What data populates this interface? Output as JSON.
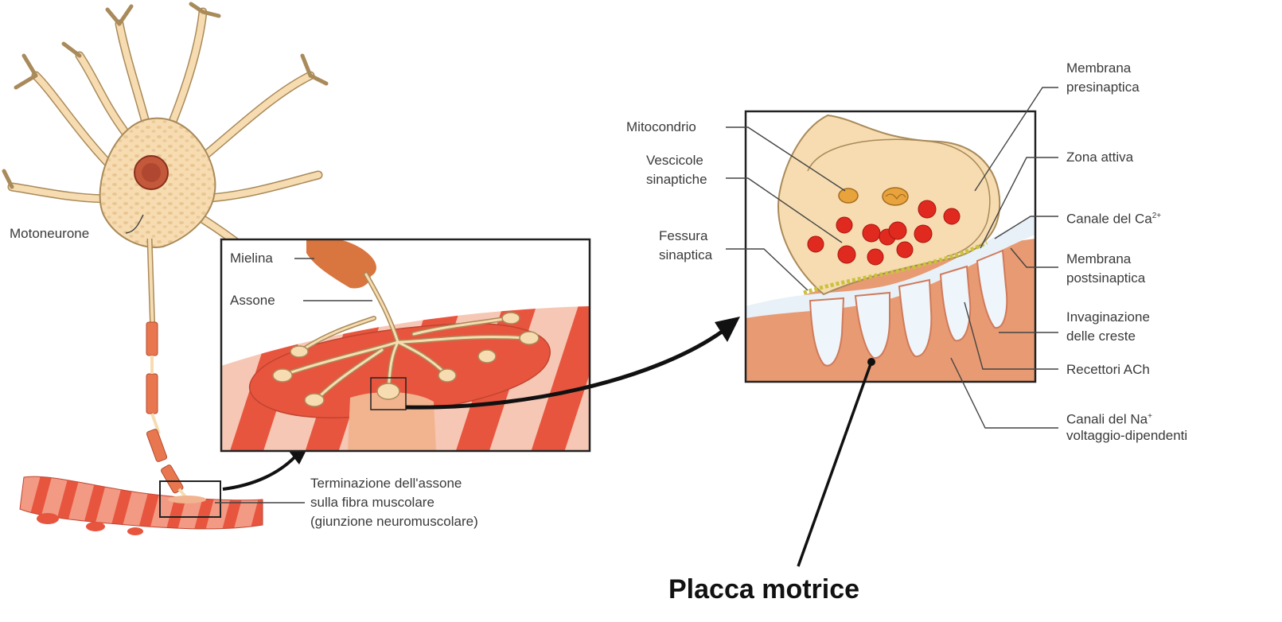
{
  "labels": {
    "motoneurone": "Motoneurone",
    "mielina": "Mielina",
    "assone": "Assone",
    "terminazione_line1": "Terminazione dell'assone",
    "terminazione_line2": "sulla fibra muscolare",
    "terminazione_line3": "(giunzione neuromuscolare)",
    "mitocondrio": "Mitocondrio",
    "vescicole_line1": "Vescicole",
    "vescicole_line2": "sinaptiche",
    "fessura_line1": "Fessura",
    "fessura_line2": "sinaptica",
    "membrana_pre_line1": "Membrana",
    "membrana_pre_line2": "presinaptica",
    "zona_attiva": "Zona attiva",
    "canale_ca_text": "Canale del Ca",
    "canale_ca_sup": "2+",
    "membrana_post_line1": "Membrana",
    "membrana_post_line2": "postsinaptica",
    "invaginazione_line1": "Invaginazione",
    "invaginazione_line2": "delle creste",
    "recettori": "Recettori ACh",
    "canali_na_text": "Canali del Na",
    "canali_na_sup": "+",
    "canali_na_line2": "voltaggio-dipendenti",
    "placca_motrice": "Placca motrice"
  },
  "colors": {
    "neuron_fill": "#f6dcb0",
    "neuron_stroke": "#a98a5a",
    "nucleus": "#c4583a",
    "muscle": "#e8553e",
    "muscle_light": "#f29a84",
    "muscle_pale": "#f6c7b5",
    "muscle_tissue": "#e89a73",
    "vesicle": "#e02a1f",
    "ach_receptor": "#c9c23a",
    "frame": "#222222"
  },
  "icons": [
    "arrow-right-icon",
    "arrow-right-icon"
  ]
}
